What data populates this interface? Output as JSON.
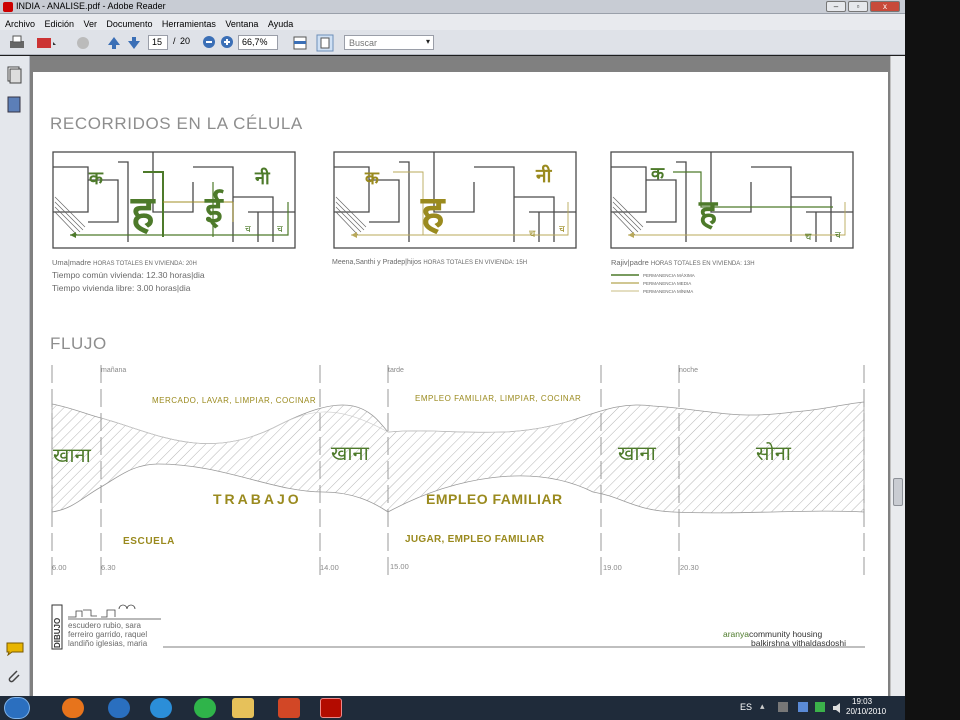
{
  "window": {
    "title": "INDIA - ANALISE.pdf - Adobe Reader",
    "minimize": "–",
    "restore": "▫",
    "close": "x"
  },
  "menu": [
    "Archivo",
    "Edición",
    "Ver",
    "Documento",
    "Herramientas",
    "Ventana",
    "Ayuda"
  ],
  "toolbar": {
    "page_current": "15",
    "page_separator": "/",
    "page_total": "20",
    "zoom": "66,7%",
    "search_placeholder": "Buscar"
  },
  "doc": {
    "section1_title": "RECORRIDOS EN LA CÉLULA",
    "plans": [
      {
        "glyphs": [
          "क",
          "ह",
          "ई",
          "नी",
          "च",
          "च"
        ],
        "caption_name": "Uma|madre",
        "caption_hours": "HORAS TOTALES EN VIVIENDA: 20H"
      },
      {
        "glyphs": [
          "क",
          "ह",
          "नी",
          "च",
          "च"
        ],
        "caption_name": "Meena,Santhi y Pradep|hijos",
        "caption_hours": "HORAS TOTALES EN VIVIENDA: 15H"
      },
      {
        "glyphs": [
          "क",
          "ह",
          "च",
          "च"
        ],
        "caption_name": "Rajiv|padre",
        "caption_hours": "HORAS TOTALES EN VIVIENDA: 13H"
      }
    ],
    "extra_lines": [
      "Tiempo común vivienda:  12.30 horas|dia",
      "Tiempo vivienda libre:  3.00 horas|dia"
    ],
    "legend": [
      "PERMANENCIA MÁXIMA",
      "PERMANENCIA MEDIA",
      "PERMANENCIA MÍNIMA"
    ],
    "legend_colors": [
      "#4d7a2a",
      "#a08f26",
      "#b9a95a"
    ],
    "section2_title": "FLUJO",
    "periods": [
      "mañana",
      "tarde",
      "noche"
    ],
    "activities": {
      "top1": "MERCADO, LAVAR, LIMPIAR, COCINAR",
      "top2": "EMPLEO FAMILIAR, LIMPIAR, COCINAR",
      "mid1": "TRABAJO",
      "mid2": "EMPLEO FAMILIAR",
      "bot1": "ESCUELA",
      "bot2": "JUGAR, EMPLEO FAMILIAR"
    },
    "hindi": [
      "खाना",
      "खाना",
      "खाना",
      "सोना"
    ],
    "times": [
      "6.00",
      "6.30",
      "14.00",
      "15.00",
      "19.00",
      "20.30"
    ],
    "footer": {
      "logo": "DIBUJO",
      "authors": [
        "escudero rubio, sara",
        "ferreiro garrido, raquel",
        "landiño iglesias, maria"
      ],
      "project_highlight": "aranya",
      "project_rest": "community housing",
      "architect": "balkirshna vithaldasdoshi"
    },
    "colors": {
      "green": "#4d7a2a",
      "olive": "#9a8a1e",
      "gray": "#6a6a6a"
    }
  },
  "taskbar": {
    "lang": "ES",
    "time": "19:03",
    "date": "20/10/2010"
  }
}
